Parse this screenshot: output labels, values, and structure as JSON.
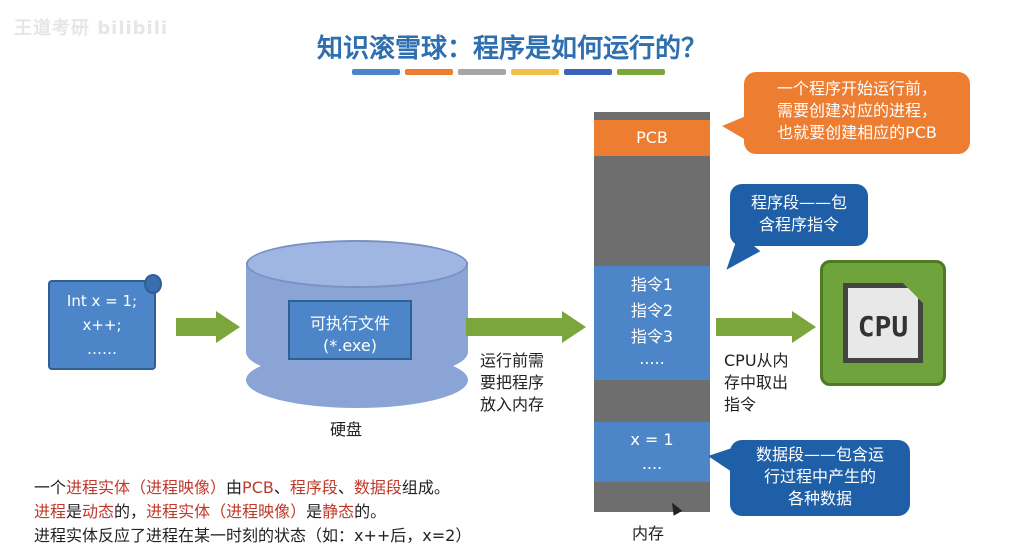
{
  "watermark": "王道考研 bilibili",
  "title": "知识滚雪球：程序是如何运行的？",
  "colors": {
    "title_bar": [
      "#4d86c8",
      "#ed7d31",
      "#a5a5a5",
      "#f2c04a",
      "#3a62b8",
      "#7aa63c"
    ]
  },
  "scroll": {
    "lines": [
      "Int x = 1;",
      "x++;",
      "……"
    ]
  },
  "disk": {
    "exe_line1": "可执行文件",
    "exe_line2": "(*.exe)",
    "label": "硬盘"
  },
  "load_text": [
    "运行前需",
    "要把程序",
    "放入内存"
  ],
  "memory": {
    "pcb": "PCB",
    "instructions": [
      "指令1",
      "指令2",
      "指令3",
      "....."
    ],
    "data": [
      "x = 1",
      "...."
    ],
    "label": "内存"
  },
  "callouts": {
    "pcb": [
      "一个程序开始运行前，",
      "需要创建对应的进程，",
      "也就要创建相应的PCB"
    ],
    "program": [
      "程序段——包",
      "含程序指令"
    ],
    "data": [
      "数据段——包含运",
      "行过程中产生的",
      "各种数据"
    ]
  },
  "cpu": {
    "chip_label": "CPU",
    "text": [
      "CPU从内",
      "存中取出",
      "指令"
    ]
  },
  "notes": {
    "line1": {
      "a": "一个",
      "b": "进程实体（进程映像）",
      "c": "由",
      "d": "PCB",
      "e": "、",
      "f": "程序段",
      "g": "、",
      "h": "数据段",
      "i": "组成。"
    },
    "line2": {
      "a": "进程",
      "b": "是",
      "c": "动态",
      "d": "的，",
      "e": "进程实体（进程映像）",
      "f": "是",
      "g": "静态",
      "h": "的。"
    },
    "line3": "进程实体反应了进程在某一时刻的状态（如：x++后，x=2）"
  }
}
